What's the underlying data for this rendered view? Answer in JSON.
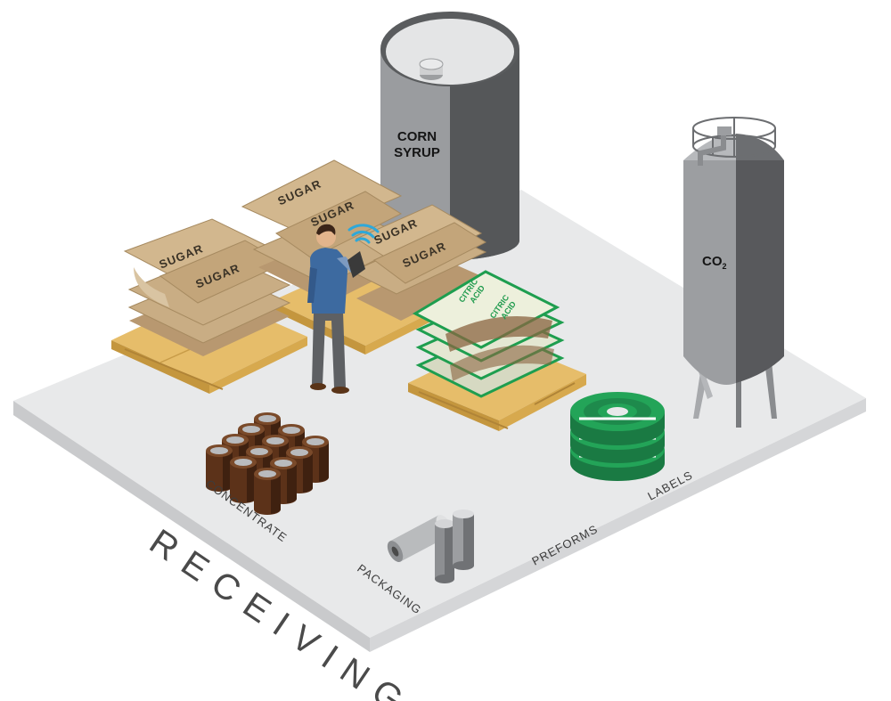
{
  "title": "RECEIVING",
  "tanks": {
    "corn_syrup_line1": "CORN",
    "corn_syrup_line2": "SYRUP",
    "co2_main": "CO",
    "co2_sub": "2"
  },
  "bags": {
    "sugar": "SUGAR",
    "citric_line1": "CITRIC",
    "citric_line2": "ACID"
  },
  "zones": {
    "concentrate": "CONCENTRATE",
    "packaging": "PACKAGING",
    "preforms": "PREFORMS",
    "labels": "LABELS"
  },
  "colors": {
    "floor_top": "#e8e9ea",
    "floor_side": "#c9cacc",
    "tank_light": "#9a9c9f",
    "tank_dark": "#555759",
    "sugar_bag": "#c9ad84",
    "pallet": "#e6bd6a",
    "citric_bag": "#e4e7d2",
    "citric_stripe": "#1e9e4f",
    "labels_roll": "#1e8a4c",
    "jar": "#5c3219",
    "worker_shirt": "#3d6aa0"
  }
}
